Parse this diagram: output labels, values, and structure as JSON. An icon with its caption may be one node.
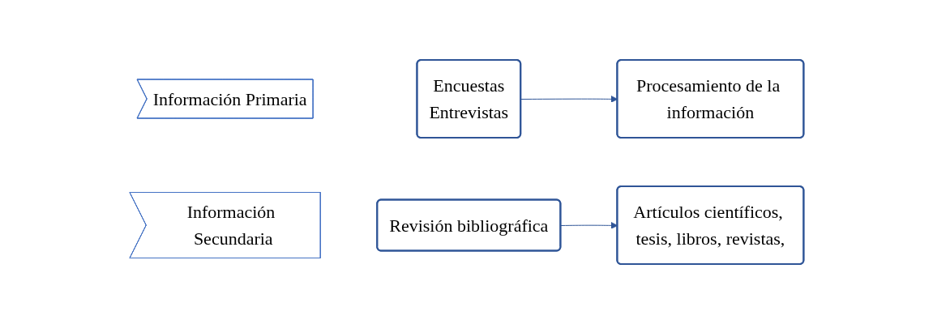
{
  "diagram": {
    "nodes": [
      {
        "text": [
          "Información Primaria"
        ]
      },
      {
        "text": [
          "Encuestas",
          "Entrevistas"
        ]
      },
      {
        "text": [
          "Procesamiento de la información"
        ]
      },
      {
        "text": [
          "Información Secundaria"
        ]
      },
      {
        "text": [
          "Revisión bibliográfica"
        ]
      },
      {
        "text": [
          "Artículos científicos, tesis, libros, revistas,"
        ]
      }
    ],
    "edges": [
      {
        "from": 1,
        "to": 2,
        "arrow": "to"
      },
      {
        "from": 4,
        "to": 5,
        "arrow": "to"
      }
    ]
  }
}
